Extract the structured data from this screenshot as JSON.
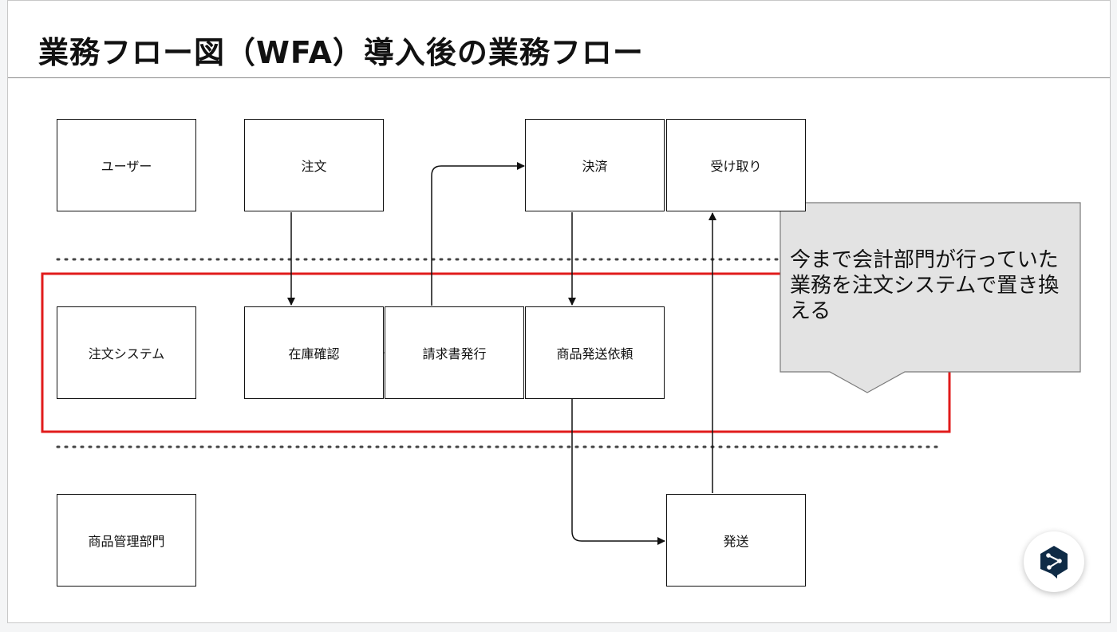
{
  "title": "業務フロー図（WFA）導入後の業務フロー",
  "lanes": {
    "user": "ユーザー",
    "order_system": "注文システム",
    "product_dept": "商品管理部門"
  },
  "steps": {
    "order": "注文",
    "payment": "決済",
    "receive": "受け取り",
    "stock_check": "在庫確認",
    "invoice": "請求書発行",
    "ship_request": "商品発送依頼",
    "ship": "発送"
  },
  "callout": {
    "text": "今まで会計部門が行っていた業務を注文システムで置き換える"
  },
  "colors": {
    "highlight": "#e11b1b",
    "callout_fill": "#e3e3e3",
    "deepl_brand": "#0f2b46"
  },
  "icons": {
    "deepl": "deepl-logo-icon"
  }
}
